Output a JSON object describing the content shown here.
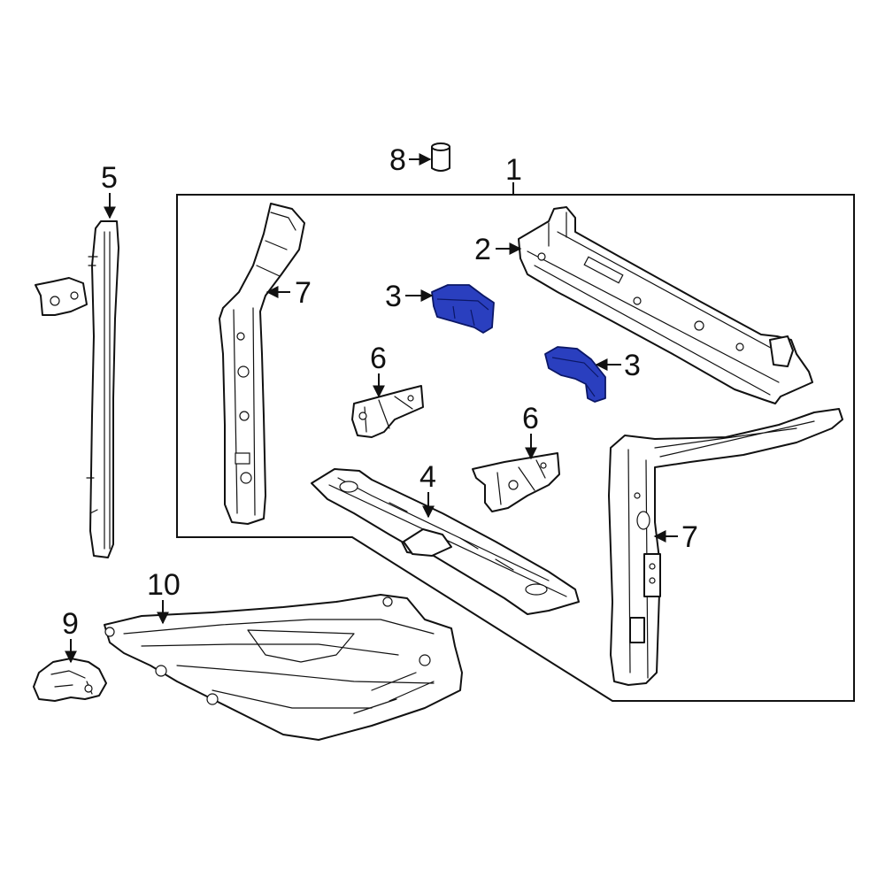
{
  "callouts": {
    "c1": "1",
    "c2": "2",
    "c3a": "3",
    "c3b": "3",
    "c4": "4",
    "c5": "5",
    "c6a": "6",
    "c6b": "6",
    "c7a": "7",
    "c7b": "7",
    "c8": "8",
    "c9": "9",
    "c10": "10"
  },
  "colors": {
    "highlight": "#2a3fbf",
    "line": "#111111",
    "background": "#ffffff"
  }
}
